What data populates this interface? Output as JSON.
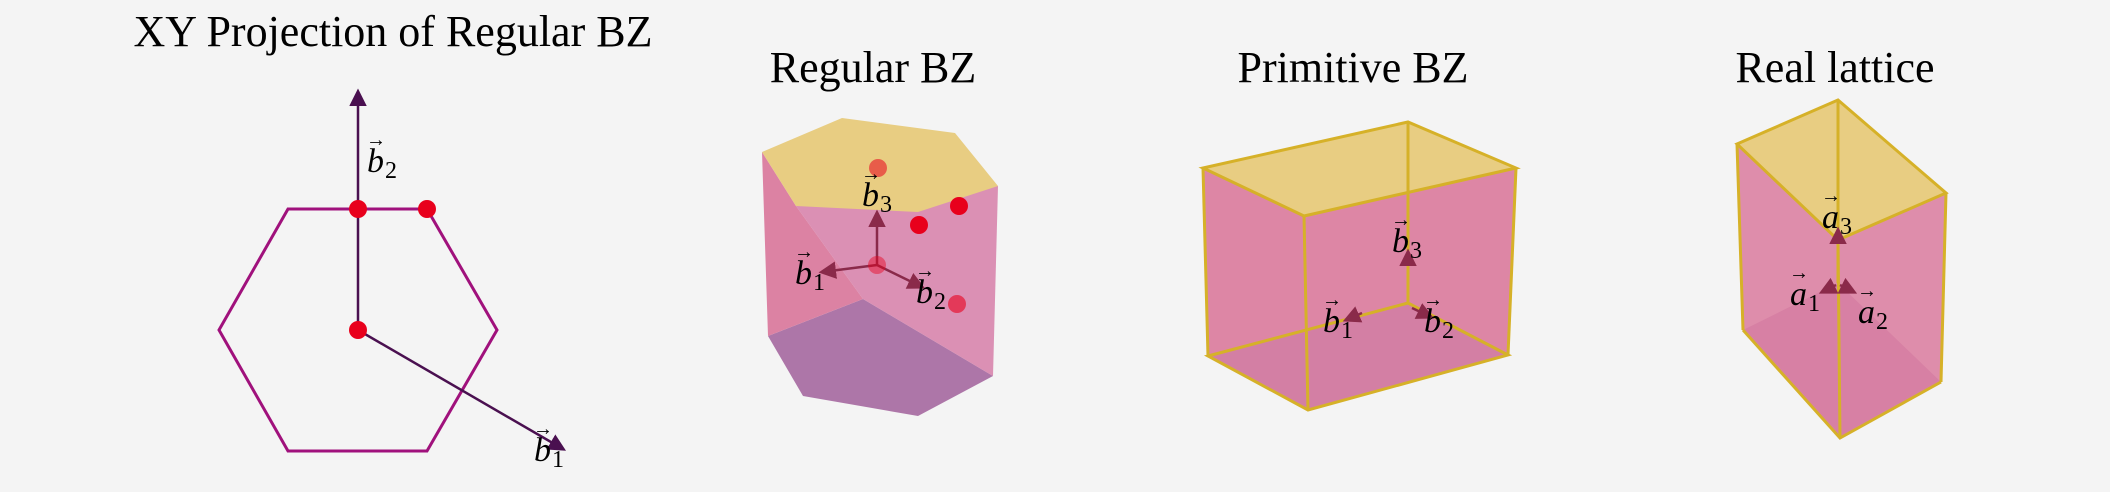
{
  "panels": {
    "projection": {
      "title": "XY Projection of Regular BZ",
      "vectors": [
        {
          "symbol": "b",
          "subscript": "1"
        },
        {
          "symbol": "b",
          "subscript": "2"
        }
      ]
    },
    "regular_bz": {
      "title": "Regular BZ",
      "vectors": [
        {
          "symbol": "b",
          "subscript": "1"
        },
        {
          "symbol": "b",
          "subscript": "2"
        },
        {
          "symbol": "b",
          "subscript": "3"
        }
      ]
    },
    "primitive_bz": {
      "title": "Primitive BZ",
      "vectors": [
        {
          "symbol": "b",
          "subscript": "1"
        },
        {
          "symbol": "b",
          "subscript": "2"
        },
        {
          "symbol": "b",
          "subscript": "3"
        }
      ]
    },
    "real_lattice": {
      "title": "Real lattice",
      "vectors": [
        {
          "symbol": "a",
          "subscript": "1"
        },
        {
          "symbol": "a",
          "subscript": "2"
        },
        {
          "symbol": "a",
          "subscript": "3"
        }
      ]
    }
  },
  "colors": {
    "background": "#f4f4f4",
    "hexagon": "#a0117c",
    "vector_dark": "#4a1050",
    "vector_muted": "#8a2a4a",
    "k_point": "#e8001c",
    "face_top": "#e8cd82",
    "face_side": "#dc82a3",
    "face_bottom": "#ad76a8",
    "edge_gold": "#d6b128"
  }
}
